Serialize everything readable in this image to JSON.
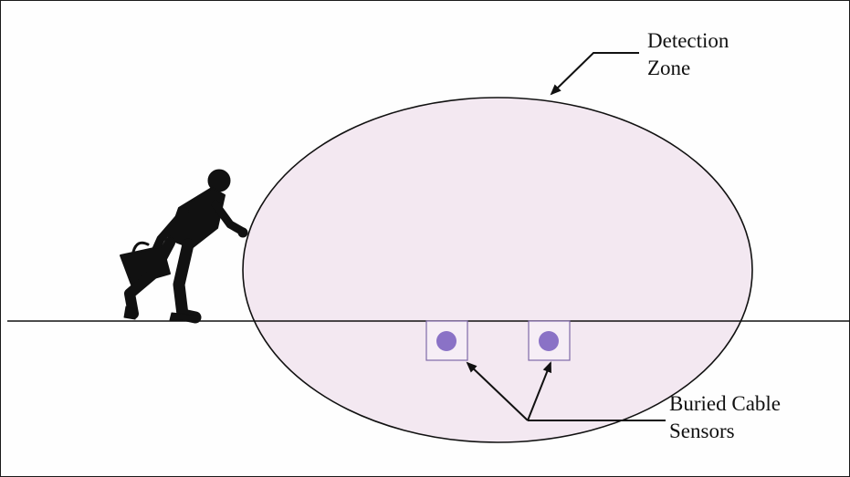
{
  "diagram": {
    "labels": {
      "detection_zone": [
        "Detection",
        "Zone"
      ],
      "buried_cable_sensors": [
        "Buried Cable",
        "Sensors"
      ]
    },
    "colors": {
      "zone_fill": "#f3e8f1",
      "sensor_dot": "#8a72c6",
      "sensor_box": "#7f6aa8",
      "line": "#111111",
      "intruder": "#111111"
    },
    "icons": {
      "intruder": "running-person-with-bag-icon",
      "sensor": "cable-sensor-icon"
    }
  }
}
